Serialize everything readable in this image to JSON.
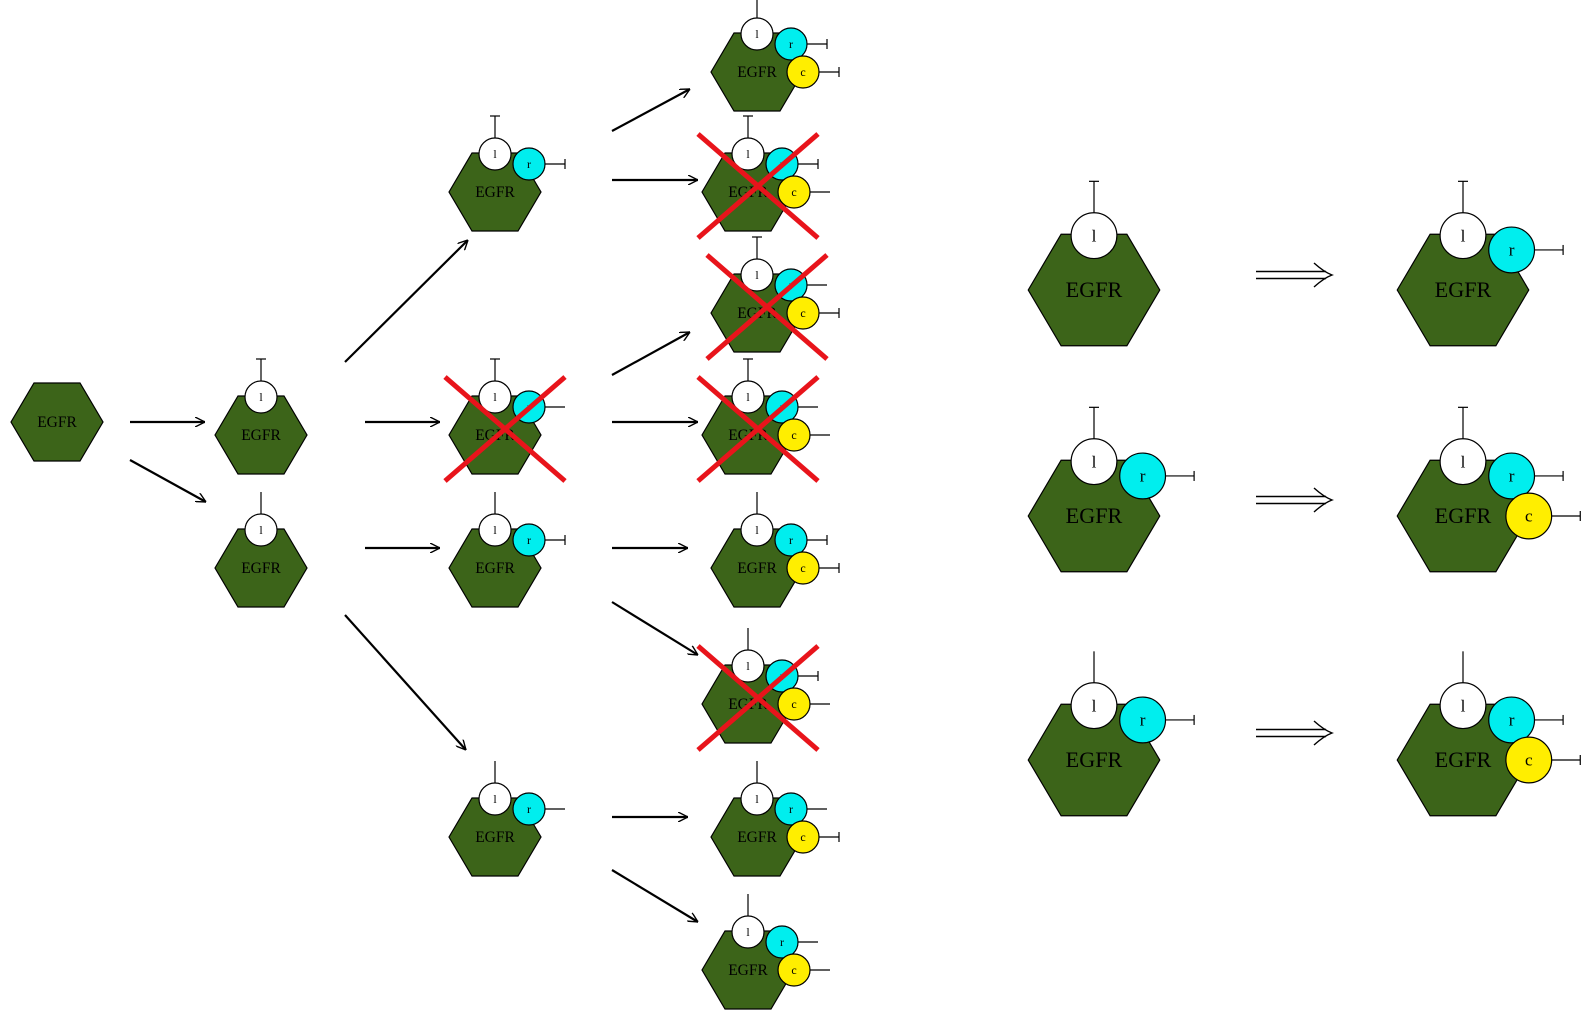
{
  "molecule_label": "EGFR",
  "site_labels": {
    "l": "l",
    "r": "r",
    "c": "c"
  },
  "colors": {
    "receptor": "#3c6419",
    "site_l": "#ffffff",
    "site_r": "#00eeee",
    "site_c": "#ffee00",
    "cross": "#e8141b"
  },
  "bond_states": {
    "free": "short line (unbound)",
    "capped": "T-bar (bond state fixed)"
  },
  "tree_nodes": [
    {
      "id": "n0",
      "sites": {},
      "crossed": false
    },
    {
      "id": "n1",
      "sites": {
        "l": "capped"
      },
      "crossed": false
    },
    {
      "id": "n2",
      "sites": {
        "l": "free"
      },
      "crossed": false
    },
    {
      "id": "n3",
      "sites": {
        "l": "capped",
        "r": "capped"
      },
      "crossed": false
    },
    {
      "id": "n4",
      "sites": {
        "l": "capped",
        "r": "free"
      },
      "crossed": true
    },
    {
      "id": "n5",
      "sites": {
        "l": "free",
        "r": "capped"
      },
      "crossed": false
    },
    {
      "id": "n6",
      "sites": {
        "l": "free",
        "r": "free"
      },
      "crossed": false
    },
    {
      "id": "n7",
      "sites": {
        "l": "capped",
        "r": "capped",
        "c": "capped"
      },
      "crossed": false
    },
    {
      "id": "n8",
      "sites": {
        "l": "capped",
        "r": "capped",
        "c": "free"
      },
      "crossed": true
    },
    {
      "id": "n9",
      "sites": {
        "l": "capped",
        "r": "free",
        "c": "capped"
      },
      "crossed": true
    },
    {
      "id": "n10",
      "sites": {
        "l": "capped",
        "r": "free",
        "c": "free"
      },
      "crossed": true
    },
    {
      "id": "n11",
      "sites": {
        "l": "free",
        "r": "capped",
        "c": "capped"
      },
      "crossed": false
    },
    {
      "id": "n12",
      "sites": {
        "l": "free",
        "r": "capped",
        "c": "free"
      },
      "crossed": true
    },
    {
      "id": "n13",
      "sites": {
        "l": "free",
        "r": "free",
        "c": "capped"
      },
      "crossed": false
    },
    {
      "id": "n14",
      "sites": {
        "l": "free",
        "r": "free",
        "c": "free"
      },
      "crossed": false
    }
  ],
  "tree_edges": [
    [
      "n0",
      "n1"
    ],
    [
      "n0",
      "n2"
    ],
    [
      "n1",
      "n3"
    ],
    [
      "n1",
      "n4"
    ],
    [
      "n2",
      "n5"
    ],
    [
      "n2",
      "n6"
    ],
    [
      "n3",
      "n7"
    ],
    [
      "n3",
      "n8"
    ],
    [
      "n4",
      "n9"
    ],
    [
      "n4",
      "n10"
    ],
    [
      "n5",
      "n11"
    ],
    [
      "n5",
      "n12"
    ],
    [
      "n6",
      "n13"
    ],
    [
      "n6",
      "n14"
    ]
  ],
  "rules": [
    {
      "lhs": {
        "l": "capped"
      },
      "rhs": {
        "l": "capped",
        "r": "capped"
      }
    },
    {
      "lhs": {
        "l": "capped",
        "r": "capped"
      },
      "rhs": {
        "l": "capped",
        "r": "capped",
        "c": "capped"
      }
    },
    {
      "lhs": {
        "l": "free",
        "r": "capped"
      },
      "rhs": {
        "l": "free",
        "r": "capped",
        "c": "capped"
      }
    }
  ]
}
